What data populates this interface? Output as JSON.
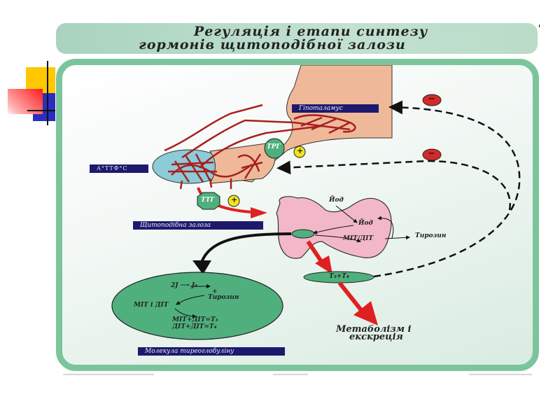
{
  "slide": {
    "title_line1": "Регуляція і етапи синтезу",
    "title_line2": "гормонів щитоподібної залози"
  },
  "labels": {
    "hypothalamus": "Гіпоталамус",
    "pituitary": "А°ТТФ°С",
    "thyroid_gland": "Щитоподібна залоза",
    "thyroglobulin_molecule": "Молекула тиреоглобуліну"
  },
  "hormones": {
    "trh": "ТРГ",
    "tsh": "ТТГ",
    "t3_t4": "T₃+T₄"
  },
  "signs": {
    "stimulation": "+",
    "inhibition": "−"
  },
  "thyroid_process": {
    "iodine_in": "Йод",
    "iodine_inside": "Йод",
    "mit_dit": "МІТ/ДІТ",
    "tyrosine": "Тирозин"
  },
  "molecule_steps": {
    "step1": "2J ⟶ J₂",
    "plus": "+",
    "tyrosine": "Тирозин",
    "mit_dit": "МІТ і ДІТ",
    "eq1": "МІТ+ДІТ=T₃",
    "eq2": "ДІТ+ДІТ=T₄"
  },
  "outcome": {
    "line1": "Метаболізм і",
    "line2": "екскреція"
  },
  "colors": {
    "panel_border": "#7cc59c",
    "label_bg": "#1d1a6e",
    "hormone_green": "#4fb07e",
    "plus_yellow": "#f2e41c",
    "minus_red": "#d42a2a",
    "arrow_red": "#e02020",
    "thyroid_pink": "#f2b8c8",
    "hypothalamus_skin": "#efb999",
    "pituitary_blue": "#8ccbd8"
  }
}
